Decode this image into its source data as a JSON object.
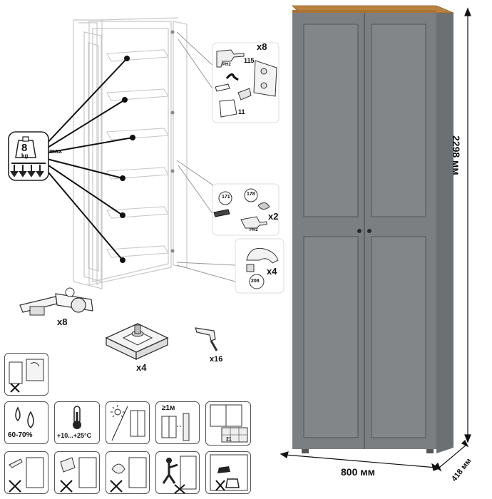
{
  "weight_load": {
    "value": "8",
    "unit": "kg",
    "max_label": "max"
  },
  "hardware": {
    "hinge_drill": {
      "count": "x8",
      "screw_code": "115",
      "hinge_code": "11",
      "bit": "PH2"
    },
    "handle_screw": {
      "code_a": "171",
      "code_b": "178",
      "count": "x2",
      "bit": "PH2"
    },
    "wall_anchor": {
      "code": "208",
      "count": "x4"
    },
    "hinge_parts": {
      "count": "x8"
    },
    "leveling_foot": {
      "count": "x4"
    },
    "shelf_pins": {
      "count": "x16"
    }
  },
  "care_icons": {
    "humidity": "60-70%",
    "temperature": "+10...+25°C",
    "wall_gap": "≥1м",
    "packaging_code": "21"
  },
  "dimensions": {
    "height": "2298 мм",
    "width": "800 мм",
    "depth": "418 мм"
  },
  "colors": {
    "cabinet_body": "#7b7f82",
    "cabinet_panel": "#838789",
    "cabinet_top": "#b9833f",
    "line": "#222222"
  }
}
